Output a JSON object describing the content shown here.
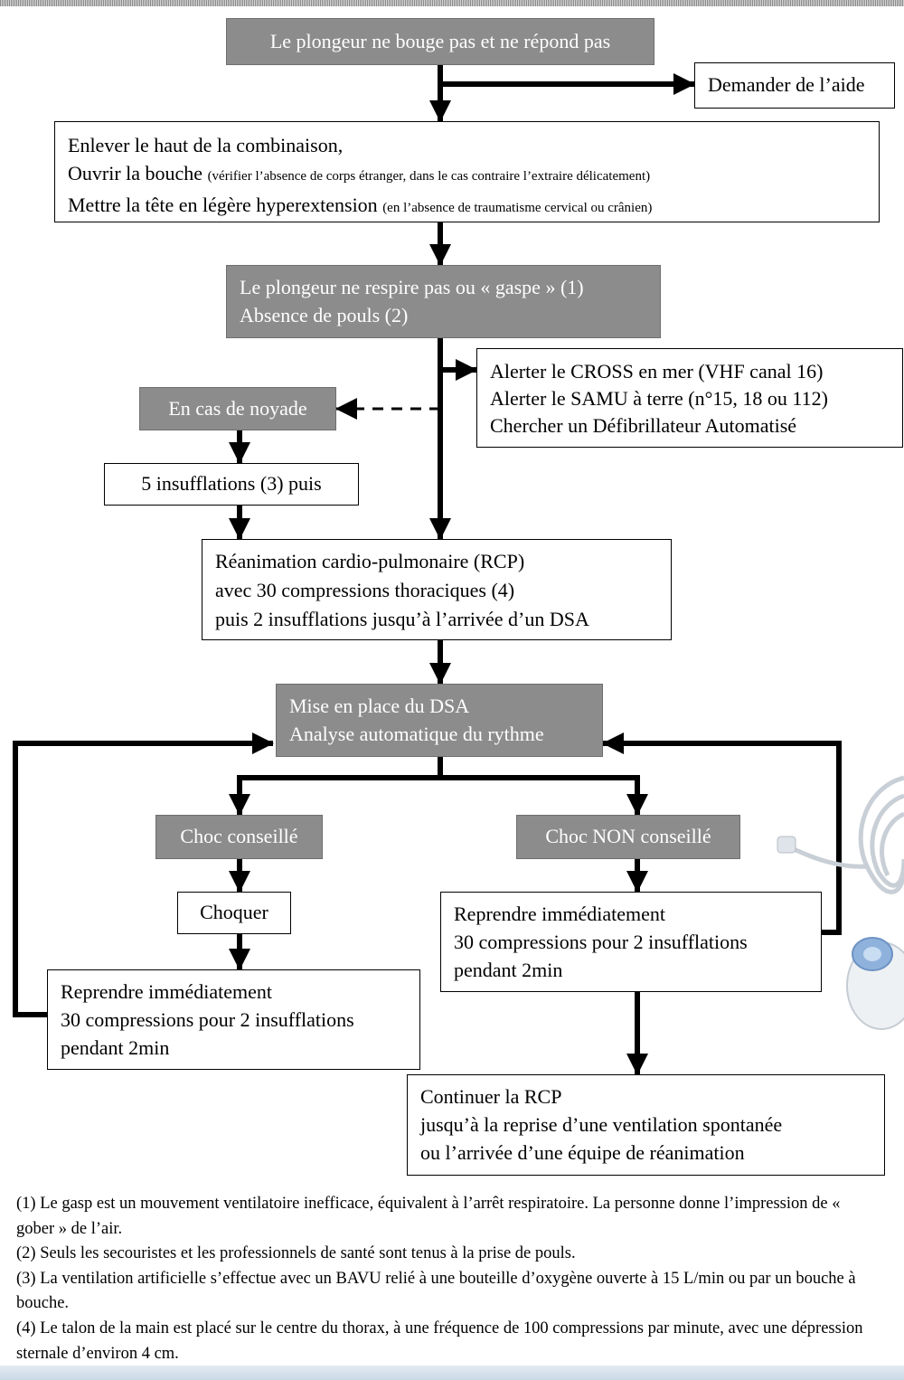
{
  "flowchart": {
    "start": "Le plongeur ne bouge pas et ne répond pas",
    "help": "Demander de l’aide",
    "airway": {
      "l1": "Enlever le haut de la combinaison,",
      "l2_main": "Ouvrir la bouche ",
      "l2_note": "(vérifier l’absence de corps étranger, dans le cas contraire l’extraire délicatement)",
      "l3_main": "Mettre la tête en légère hyperextension ",
      "l3_note": "(en l’absence de traumatisme cervical ou crânien)"
    },
    "no_breathing": {
      "l1": "Le plongeur ne respire pas ou « gaspe » (1)",
      "l2": "Absence de pouls (2)"
    },
    "alert": {
      "l1": "Alerter le CROSS en mer (VHF canal 16)",
      "l2": "Alerter le SAMU à terre (n°15, 18 ou 112)",
      "l3": "Chercher un Défibrillateur Automatisé"
    },
    "drowning": "En cas de noyade",
    "insufflations": "5 insufflations (3) puis",
    "rcp": {
      "l1": "Réanimation cardio-pulmonaire (RCP)",
      "l2": "avec 30 compressions thoraciques (4)",
      "l3": "puis 2 insufflations jusqu’à l’arrivée d’un DSA"
    },
    "dsa": {
      "l1": "Mise en place du DSA",
      "l2": "Analyse automatique du rythme"
    },
    "shock_advised": "Choc conseillé",
    "shock_not_advised": "Choc NON conseillé",
    "shock": "Choquer",
    "resume_left": {
      "l1": "Reprendre immédiatement",
      "l2": "30 compressions pour 2 insufflations",
      "l3": "pendant 2min"
    },
    "resume_right": {
      "l1": "Reprendre immédiatement",
      "l2": "30 compressions pour 2 insufflations",
      "l3": "pendant 2min"
    },
    "continue": {
      "l1": "Continuer la RCP",
      "l2": "jusqu’à la reprise d’une ventilation spontanée",
      "l3": "ou l’arrivée d’une équipe de réanimation"
    }
  },
  "notes": [
    "(1) Le gasp est un mouvement ventilatoire inefficace, équivalent à l’arrêt respiratoire. La personne donne l’impression de « gober » de l’air.",
    "(2) Seuls les secouristes et les professionnels de santé sont tenus à la prise de pouls.",
    "(3) La ventilation artificielle s’effectue avec un BAVU relié à une bouteille d’oxygène ouverte à 15 L/min ou par un bouche à bouche.",
    "(4) Le talon de la main est placé sur le centre du thorax, à une fréquence de 100 compressions par minute, avec une dépression sternale d’environ 4 cm."
  ],
  "colors": {
    "grey_box": "#8c8c8c",
    "line": "#000000"
  },
  "decorations": {
    "equipment_image": "oxygen-mask-and-tubing"
  }
}
